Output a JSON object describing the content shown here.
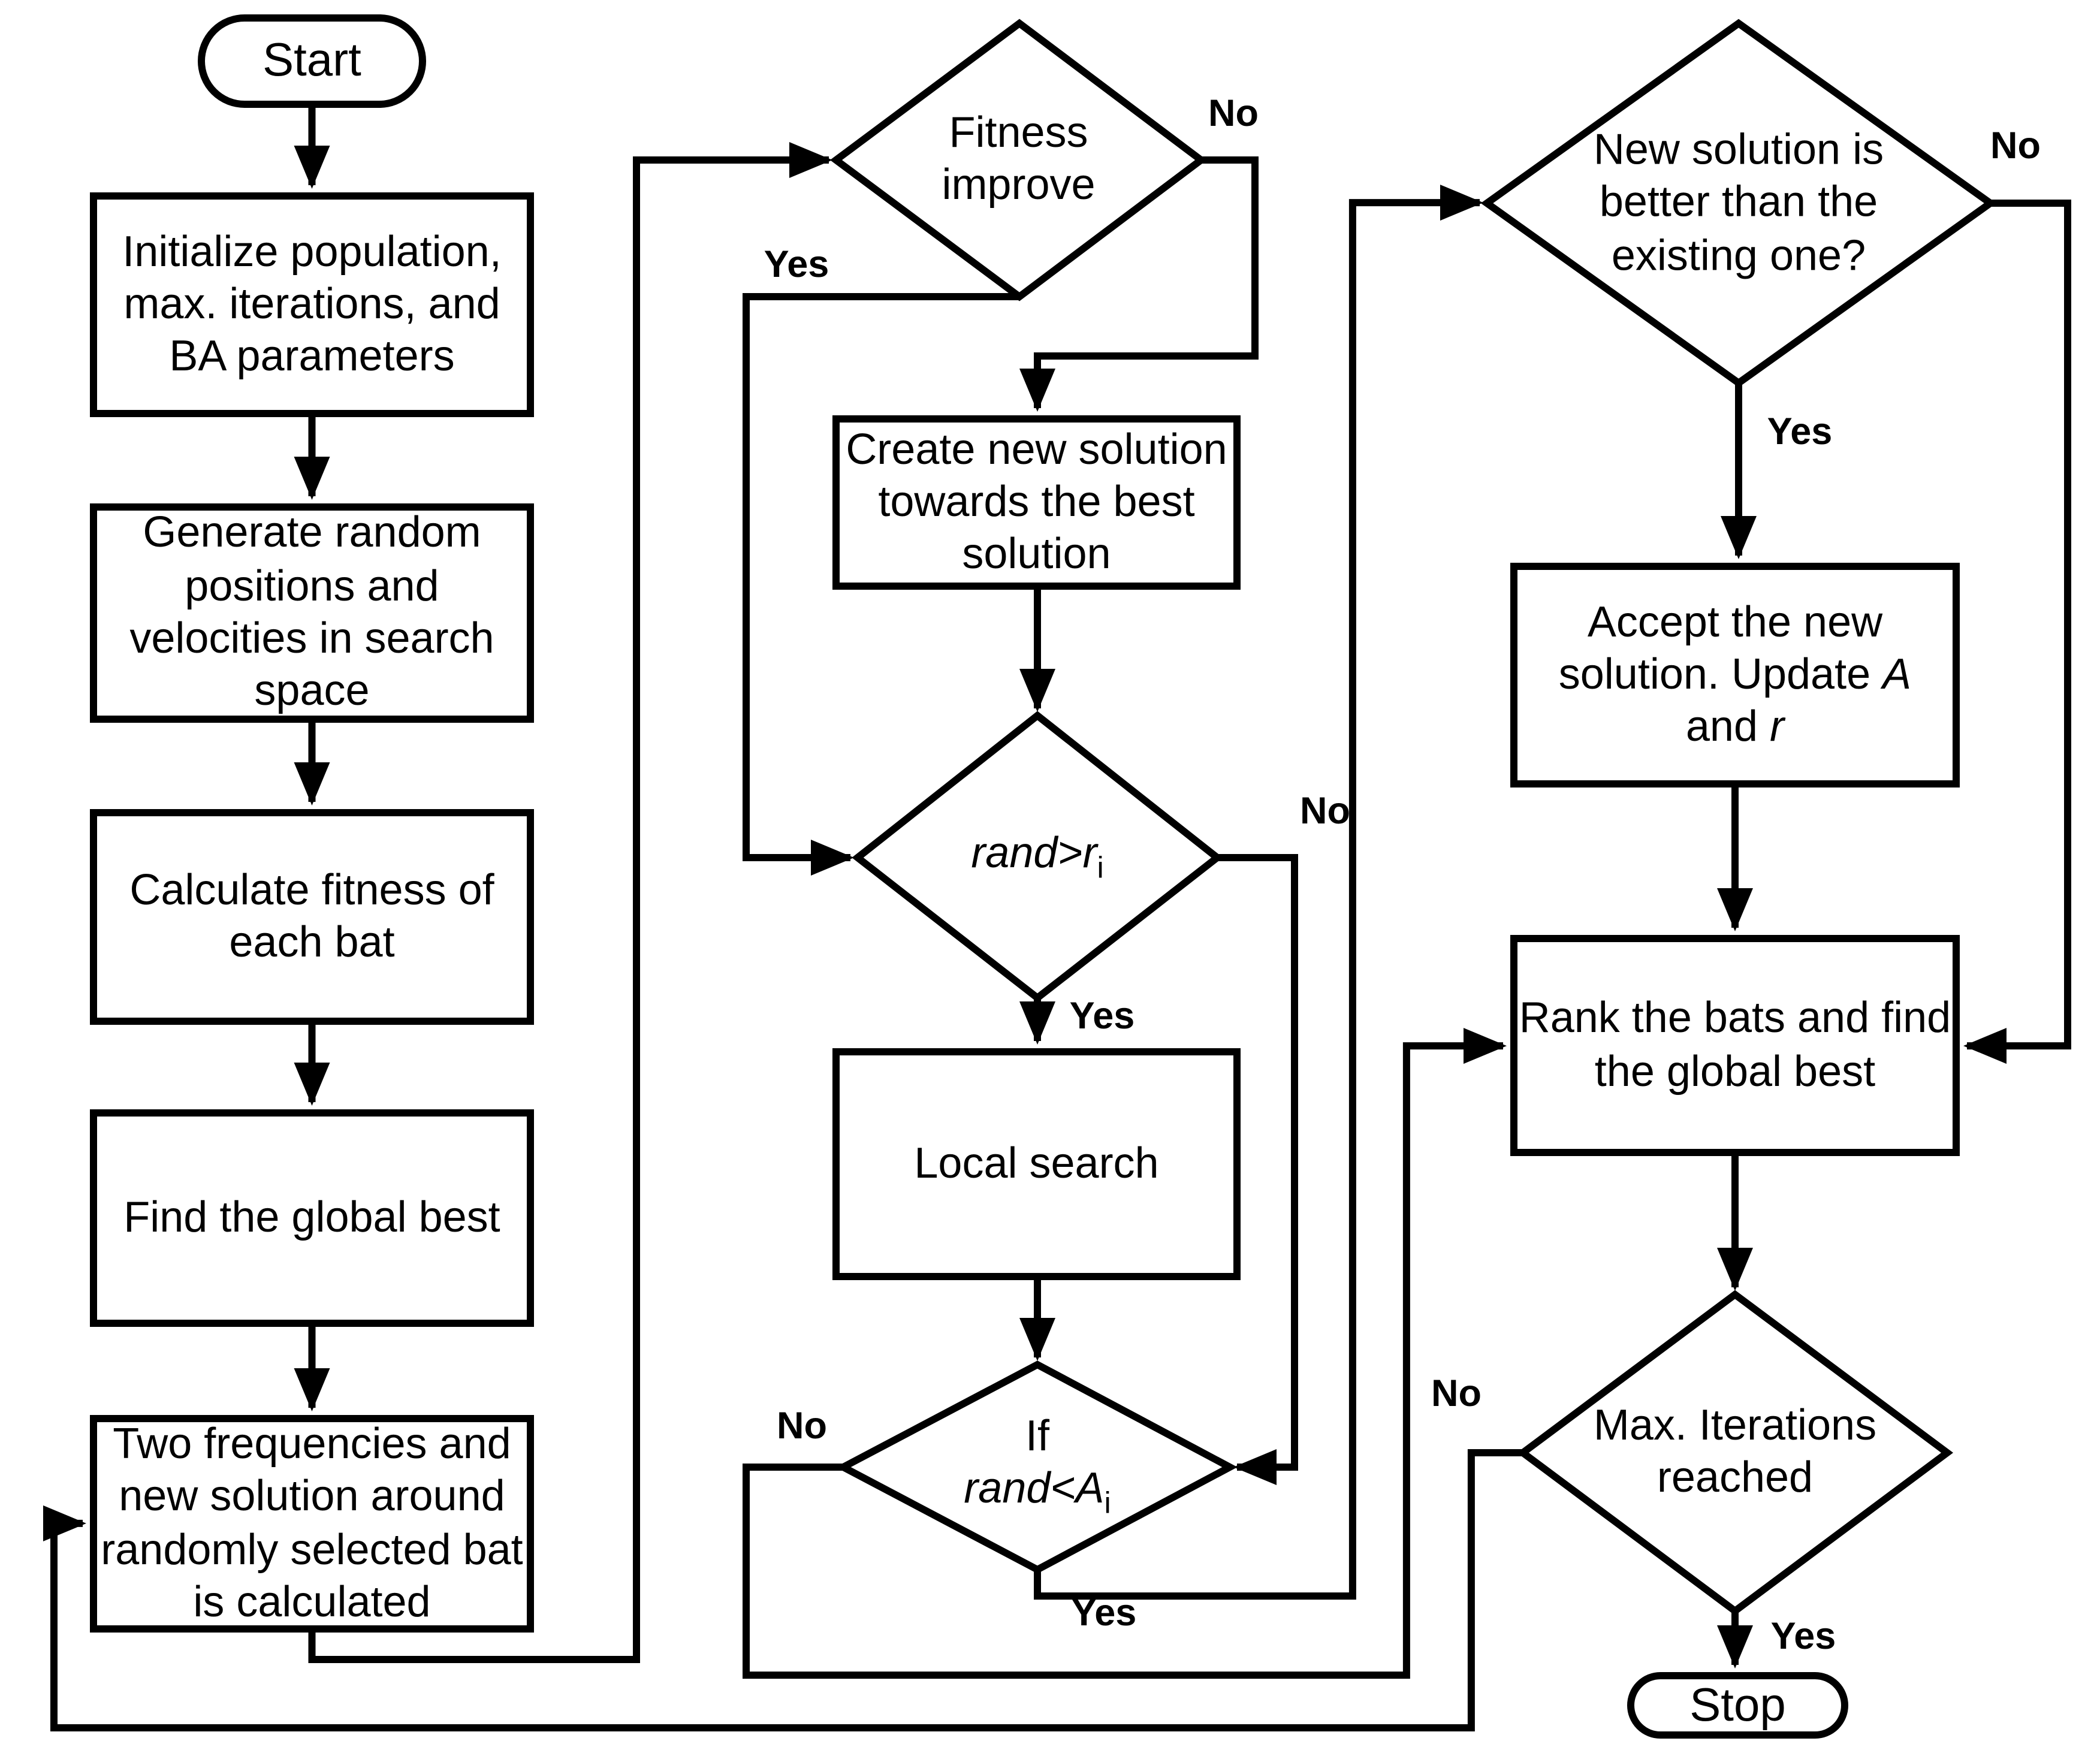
{
  "colors": {
    "line": "#000000",
    "fill": "#ffffff"
  },
  "nodes": {
    "start": {
      "label": "Start"
    },
    "init": {
      "label": "Initialize population,\nmax. iterations, and\nBA parameters"
    },
    "generate": {
      "label": "Generate random\npositions and\nvelocities in search\nspace"
    },
    "fitness": {
      "label": "Calculate fitness of\neach bat"
    },
    "global_best": {
      "label": "Find the global best"
    },
    "two_freq": {
      "label": "Two frequencies and\nnew solution around\nrandomly selected bat\nis calculated"
    },
    "fitness_improve": {
      "label": "Fitness\nimprove"
    },
    "create_solution": {
      "label": "Create new solution\ntowards the best\nsolution"
    },
    "rand_gt_r": {
      "label_italic": "rand>r",
      "label_sub": "i"
    },
    "local_search": {
      "label": "Local search"
    },
    "rand_lt_a": {
      "label_pre": "If\n",
      "label_italic": "rand<A",
      "label_sub": "i"
    },
    "new_better": {
      "label": "New solution is\nbetter than the\nexisting one?"
    },
    "accept": {
      "label_pre": "Accept the new\nsolution. Update ",
      "label_italic1": "A",
      "label_mid": "\nand ",
      "label_italic2": "r"
    },
    "rank": {
      "label": "Rank the bats and find\nthe global best"
    },
    "max_iter": {
      "label": "Max. Iterations\nreached"
    },
    "stop": {
      "label": "Stop"
    }
  },
  "edges": {
    "fitness_improve_no": {
      "label": "No"
    },
    "fitness_improve_yes": {
      "label": "Yes"
    },
    "rand_gt_r_no": {
      "label": "No"
    },
    "rand_gt_r_yes": {
      "label": "Yes"
    },
    "rand_lt_a_no": {
      "label": "No"
    },
    "rand_lt_a_yes": {
      "label": "Yes"
    },
    "new_better_no": {
      "label": "No"
    },
    "new_better_yes": {
      "label": "Yes"
    },
    "max_iter_no": {
      "label": "No"
    },
    "max_iter_yes": {
      "label": "Yes"
    }
  }
}
